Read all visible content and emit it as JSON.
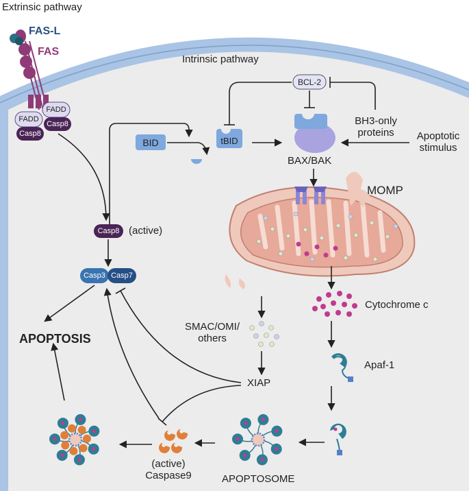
{
  "labels": {
    "extrinsic": "Extrinsic pathway",
    "intrinsic": "Intrinsic pathway",
    "fasl": "FAS-L",
    "fas": "FAS",
    "fadd": "FADD",
    "casp8": "Casp8",
    "active": "(active)",
    "casp3": "Casp3",
    "casp7": "Casp7",
    "apoptosis": "APOPTOSIS",
    "bid": "BID",
    "tbid": "tBID",
    "bcl2": "BCL-2",
    "bh3_line1": "BH3-only",
    "bh3_line2": "proteins",
    "stim_line1": "Apoptotic",
    "stim_line2": "stimulus",
    "baxbak": "BAX/BAK",
    "momp": "MOMP",
    "cytc": "Cytochrome c",
    "smac_line1": "SMAC/OMI/",
    "smac_line2": "others",
    "xiap": "XIAP",
    "apaf1": "Apaf-1",
    "apoptosome": "APOPTOSOME",
    "casp9_line1": "(active)",
    "casp9_line2": "Caspase9"
  },
  "colors": {
    "membrane": "#a9c4e4",
    "cytoplasm": "#ececec",
    "fas": "#8e3b78",
    "fasl": "#2c6f86",
    "casp8": "#4b2456",
    "fadd": "#dedbf0",
    "casp3": "#3a74b0",
    "casp7": "#254f86",
    "bid": "#7ea8de",
    "bax": "#a9a4df",
    "mito_outer": "#f0c9bd",
    "mito_stroke": "#c07f6e",
    "cytc": "#c13a8e",
    "apaf": "#2e7d95",
    "casp9": "#e07f3a"
  }
}
